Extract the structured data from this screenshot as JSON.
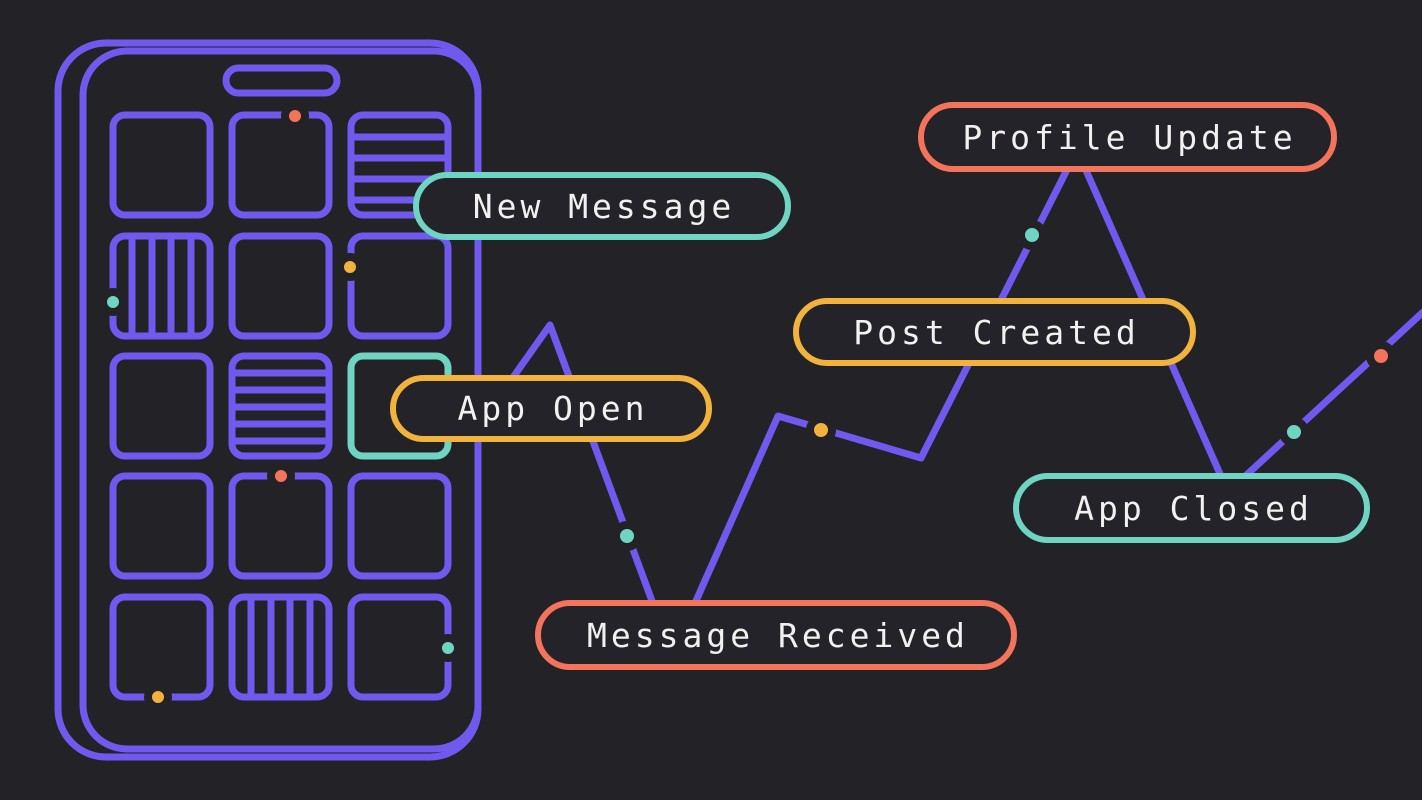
{
  "palette": {
    "background": "#232227",
    "purple": "#7059EF",
    "teal": "#6FD5C2",
    "amber": "#F2B33D",
    "coral": "#F3745A",
    "text": "#F2F1EF",
    "label_fill": "#242329"
  },
  "events": {
    "new_message": {
      "label": "New Message",
      "color": "teal"
    },
    "app_open": {
      "label": "App Open",
      "color": "amber"
    },
    "profile_update": {
      "label": "Profile Update",
      "color": "coral"
    },
    "post_created": {
      "label": "Post Created",
      "color": "amber"
    },
    "app_closed": {
      "label": "App Closed",
      "color": "teal"
    },
    "message_received": {
      "label": "Message Received",
      "color": "coral"
    }
  }
}
